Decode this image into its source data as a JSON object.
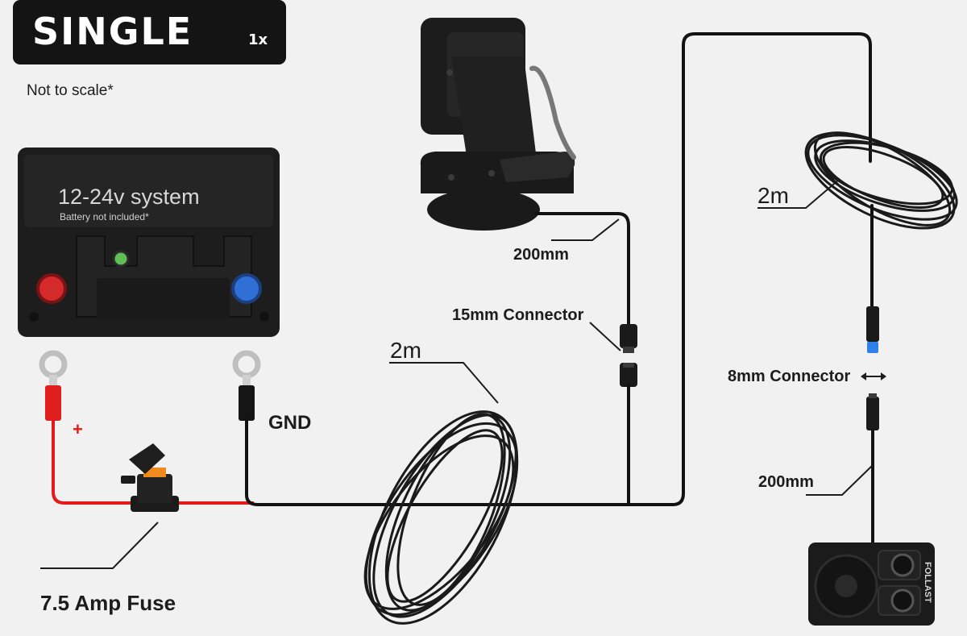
{
  "logo": {
    "main": "SINGLE",
    "suffix": "1x"
  },
  "note": "Not to scale*",
  "battery": {
    "title": "12-24v system",
    "subtitle": "Battery not included*"
  },
  "labels": {
    "plus": "+",
    "gnd": "GND",
    "fuse": "7.5 Amp Fuse",
    "cable_main": "2m",
    "lead_light": "200mm",
    "connector_15": "15mm Connector",
    "cable_remote": "2m",
    "connector_8": "8mm Connector",
    "lead_remote": "200mm",
    "remote_brand": "FOLLAST"
  },
  "colors": {
    "positive_wire": "#e21b1b",
    "negative_wire": "#121212",
    "positive_terminal": "#d42a2a",
    "negative_terminal": "#2f6fd6",
    "status_led": "#5fbf55",
    "fuse_accent": "#f08a1c",
    "connector_accent": "#2f80e8"
  }
}
